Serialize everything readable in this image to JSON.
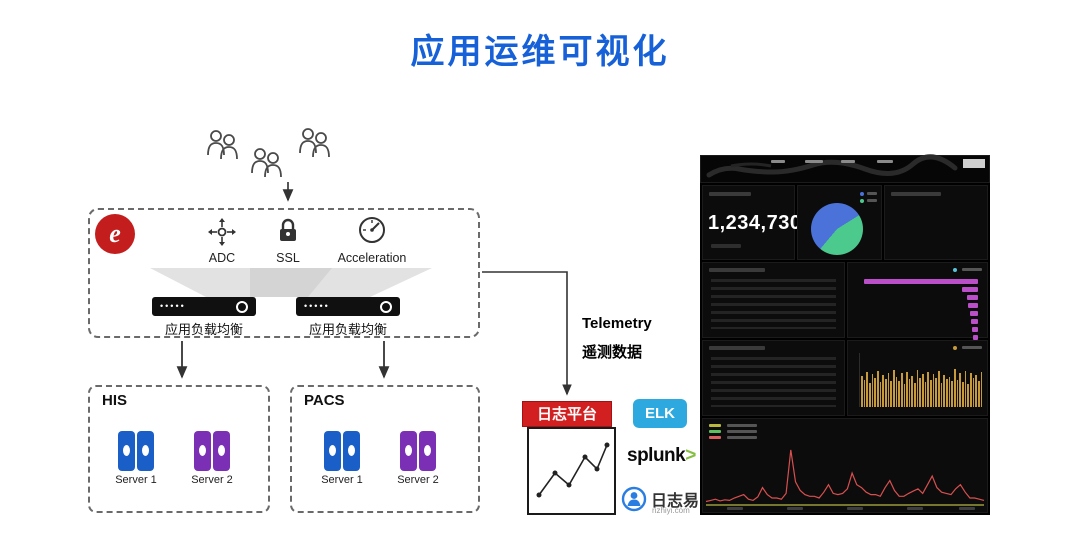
{
  "title": "应用运维可视化",
  "colors": {
    "title_blue": "#1660d8",
    "arrow": "#333333",
    "server_blue": "#1a5fc8",
    "server_purple": "#7a2fb5",
    "platform_red": "#d21f1f",
    "elk_blue": "#2ea9e0",
    "splunk_green": "#84bf41"
  },
  "diagram": {
    "services": {
      "adc": "ADC",
      "ssl": "SSL",
      "acceleration": "Acceleration"
    },
    "load_balancer_label_1": "应用负载均衡",
    "load_balancer_label_2": "应用负载均衡",
    "his": {
      "title": "HIS",
      "server1": "Server 1",
      "server2": "Server 2"
    },
    "pacs": {
      "title": "PACS",
      "server1": "Server 1",
      "server2": "Server 2"
    },
    "telemetry": {
      "en": "Telemetry",
      "zh": "遥测数据"
    },
    "log_platform_label": "日志平台",
    "logos": {
      "array_mark": "e",
      "elk": "ELK",
      "splunk": "splunk",
      "splunk_caret": ">",
      "rizhiyi": "日志易",
      "rizhiyi_domain": "rizhiyi.com"
    }
  },
  "dashboard": {
    "big_number": "1,234,730",
    "pie": {
      "slices": [
        55,
        45
      ],
      "colors": [
        "#4a72d8",
        "#4cc98d"
      ],
      "start_deg": 220
    },
    "hbars": {
      "color": "#bb4fc9",
      "values": [
        94,
        13,
        9,
        8,
        7,
        6,
        5,
        4,
        4
      ]
    },
    "hist": {
      "color": "#c79a3b",
      "values": [
        62,
        55,
        70,
        48,
        66,
        58,
        72,
        50,
        64,
        57,
        69,
        53,
        75,
        60,
        52,
        68,
        47,
        71,
        56,
        63,
        49,
        74,
        58,
        66,
        51,
        70,
        54,
        67,
        59,
        73,
        48,
        65,
        57,
        61,
        52,
        76,
        55,
        68,
        50,
        72,
        46,
        69,
        58,
        64,
        53,
        71
      ]
    },
    "line": {
      "color": "#d94f4f",
      "baseline_color": "#9a9a3a",
      "values": [
        6,
        8,
        10,
        7,
        9,
        8,
        12,
        15,
        18,
        10,
        8,
        14,
        30,
        18,
        12,
        12,
        10,
        20,
        95,
        40,
        25,
        18,
        15,
        15,
        12,
        22,
        35,
        20,
        18,
        20,
        28,
        55,
        35,
        30,
        22,
        18,
        18,
        15,
        30,
        42,
        25,
        15,
        15,
        20,
        24,
        28,
        20,
        35,
        50,
        30,
        22,
        20,
        18,
        28,
        35,
        22,
        12,
        12,
        10,
        8
      ]
    }
  }
}
